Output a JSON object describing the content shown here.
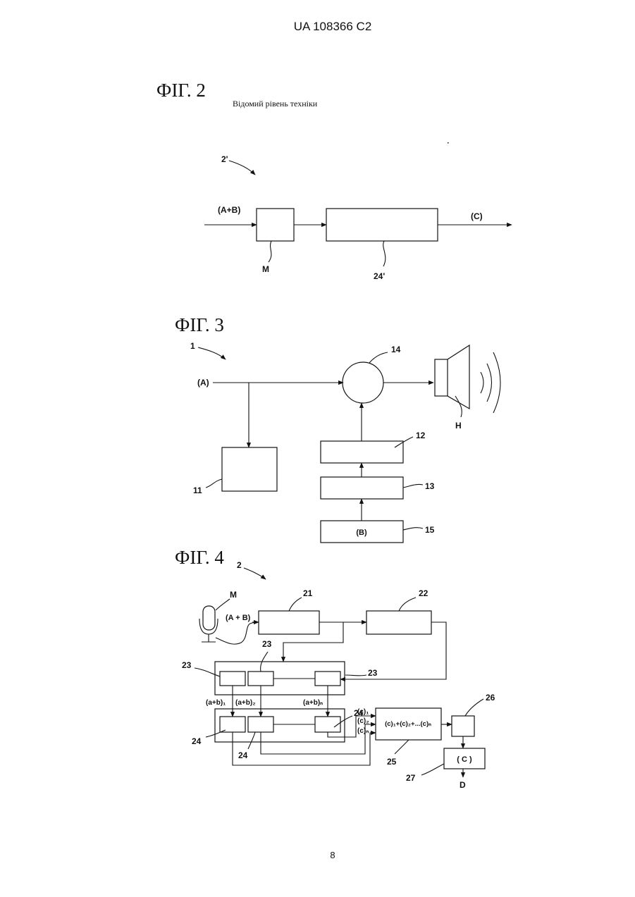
{
  "header": {
    "doc_id": "UA   108366   C2"
  },
  "footer": {
    "page_number": "8"
  },
  "fig2": {
    "title": "ФІГ. 2",
    "subtitle": "Відомий рівень техніки",
    "ref_label": "2'",
    "input_label": "(A+B)",
    "output_label": "(C)",
    "block_m": "M",
    "block_24": "24'"
  },
  "fig3": {
    "title": "ФІГ. 3",
    "ref_label": "1",
    "input_label": "(A)",
    "labels": {
      "l14": "14",
      "lH": "H",
      "l12": "12",
      "l13": "13",
      "l15": "15",
      "l11": "11"
    },
    "box_15_text": "(B)"
  },
  "fig4": {
    "title": "ФІГ. 4",
    "ref_label": "2",
    "mic_label": "M",
    "input_label": "(A + B)",
    "labels": {
      "l21": "21",
      "l22": "22",
      "l23a": "23",
      "l23b": "23",
      "l23c": "23",
      "l24a": "24",
      "l24b": "24",
      "l24c": "24",
      "l25": "25",
      "l26": "26",
      "l27": "27",
      "lD": "D"
    },
    "band_labels": [
      "(a+b)₁",
      "(a+b)₂",
      "(a+b)ₙ"
    ],
    "c_labels": [
      "(c)₁",
      "(c)₂",
      "(c)ₙ"
    ],
    "sum_text": "(c)₁+(c)₂+...(c)ₙ",
    "box_27_text": "( C )"
  }
}
